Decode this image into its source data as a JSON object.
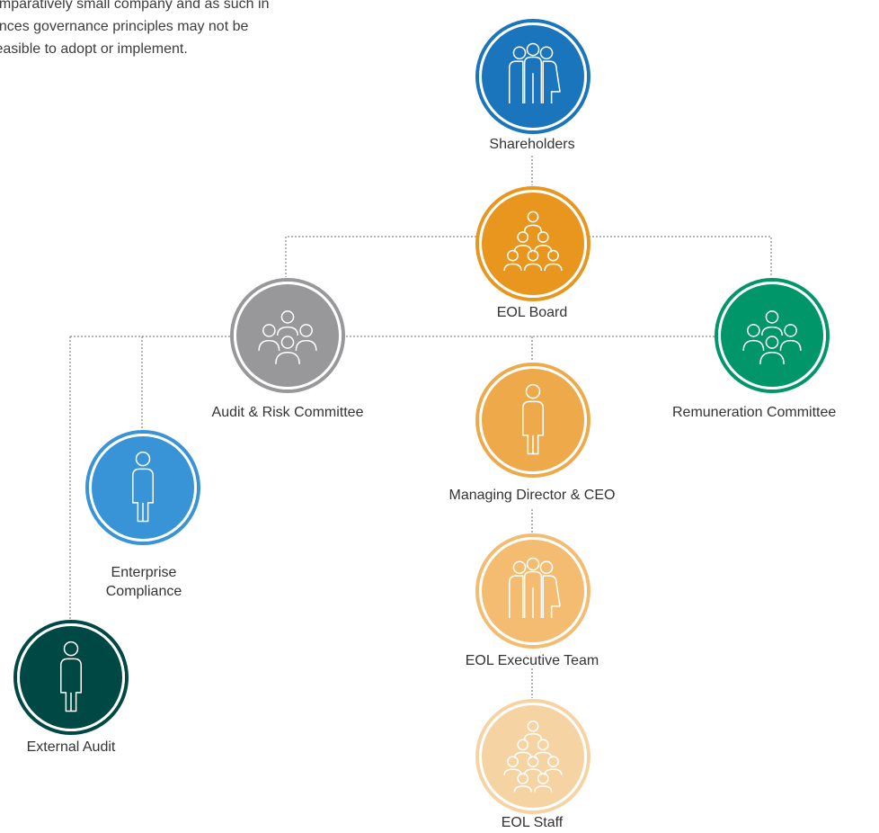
{
  "intro": {
    "lines": [
      "omparatively small company and as such in",
      "ances governance principles may not be",
      "feasible to adopt or implement."
    ]
  },
  "nodes": {
    "shareholders": {
      "label": "Shareholders",
      "color": "#1B75BC",
      "icon": "group-three-persons-icon"
    },
    "board": {
      "label": "EOL Board",
      "color": "#E8961E",
      "icon": "pyramid-group-icon"
    },
    "audit_risk": {
      "label": "Audit & Risk Committee",
      "color": "#98989B",
      "icon": "committee-group-icon"
    },
    "remuneration": {
      "label": "Remuneration Committee",
      "color": "#009669",
      "icon": "committee-group-icon"
    },
    "md_ceo": {
      "label": "Managing Director & CEO",
      "color": "#EEAA4A",
      "icon": "person-icon"
    },
    "compliance": {
      "label_line1": "Enterprise",
      "label_line2": "Compliance",
      "color": "#3893D7",
      "icon": "person-icon"
    },
    "external_audit": {
      "label": "External Audit",
      "color": "#004844",
      "icon": "person-icon"
    },
    "exec_team": {
      "label": "EOL Executive Team",
      "color": "#F3BC70",
      "icon": "group-three-persons-icon"
    },
    "staff": {
      "label": "EOL Staff",
      "color": "#F6D3A3",
      "icon": "staff-group-icon"
    }
  },
  "connector_color": "#6b6b6b"
}
